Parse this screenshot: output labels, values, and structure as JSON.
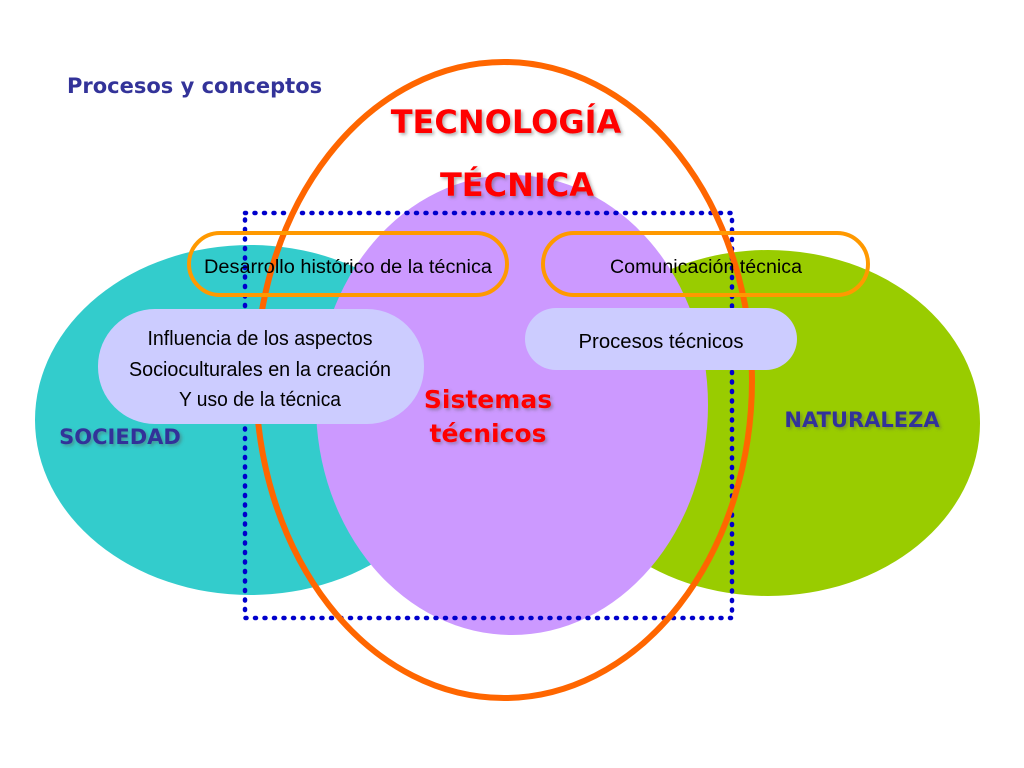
{
  "header": {
    "title": "Procesos y conceptos"
  },
  "diagram": {
    "tecnologia_label": "TECNOLOGÍA",
    "tecnica_label": "TÉCNICA",
    "sociedad_label": "SOCIEDAD",
    "naturaleza_label": "NATURALEZA",
    "sistemas_label": {
      "line1": "Sistemas",
      "line2": "técnicos"
    },
    "desarrollo_label": "Desarrollo histórico de la técnica",
    "comunicacion_label": "Comunicación  técnica",
    "procesos_label": "Procesos  técnicos",
    "influencia_label": {
      "line1": "Influencia de los aspectos",
      "line2": "Socioculturales en la creación",
      "line3": "Y uso de la técnica"
    }
  },
  "colors": {
    "sociedad": "#33CCCC",
    "naturaleza": "#99CC00",
    "tecnica": "#CC99FF",
    "tecnologia_ring": "#FF6600",
    "pill_outline": "#FF9900",
    "pill_fill": "#CCCCFF",
    "dotted_box": "#0000CC",
    "title_text": "#333399",
    "red_text": "#FF0000"
  }
}
